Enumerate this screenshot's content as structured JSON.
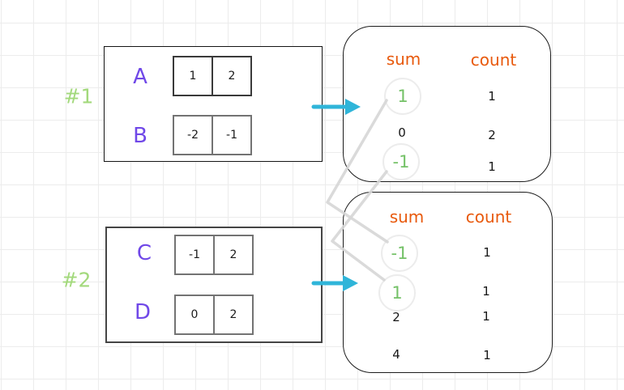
{
  "colors": {
    "grid": "#ececec",
    "purple": "#7048e8",
    "green": "#74c167",
    "label_green": "#a3d97c",
    "orange": "#e8590c",
    "cyan": "#2fb5d9",
    "connector": "#d6d6d6"
  },
  "examples": [
    {
      "label": "#1",
      "arrays": [
        {
          "name": "A",
          "values": [
            "1",
            "2"
          ]
        },
        {
          "name": "B",
          "values": [
            "-2",
            "-1"
          ]
        }
      ],
      "result": {
        "sum_header": "sum",
        "count_header": "count",
        "rows": [
          {
            "sum": "1",
            "count": "1",
            "highlight": true
          },
          {
            "sum": "0",
            "count": "2",
            "highlight": false
          },
          {
            "sum": "-1",
            "count": "1",
            "highlight": true
          }
        ]
      }
    },
    {
      "label": "#2",
      "arrays": [
        {
          "name": "C",
          "values": [
            "-1",
            "2"
          ]
        },
        {
          "name": "D",
          "values": [
            "0",
            "2"
          ]
        }
      ],
      "result": {
        "sum_header": "sum",
        "count_header": "count",
        "rows": [
          {
            "sum": "-1",
            "count": "1",
            "highlight": true
          },
          {
            "sum": "1",
            "count": "1",
            "highlight": true
          },
          {
            "sum": "2",
            "count": "1",
            "highlight": false
          },
          {
            "sum": "4",
            "count": "1",
            "highlight": false
          }
        ]
      }
    }
  ],
  "connections": [
    {
      "from": "example1-sum-1",
      "to": "example2-sum--1"
    },
    {
      "from": "example1-sum--1",
      "to": "example2-sum-1"
    }
  ]
}
